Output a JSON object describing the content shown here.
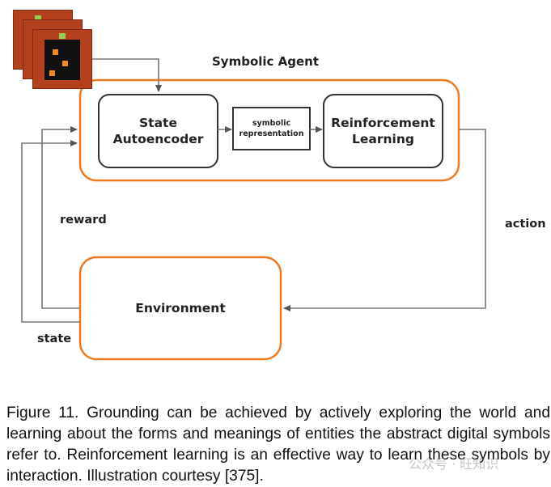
{
  "diagram": {
    "title": "Symbolic Agent",
    "nodes": {
      "state_autoencoder": {
        "line1": "State",
        "line2": "Autoencoder"
      },
      "symbolic_representation": {
        "line1": "symbolic",
        "line2": "representation"
      },
      "reinforcement_learning": {
        "line1": "Reinforcement",
        "line2": "Learning"
      },
      "environment": {
        "label": "Environment"
      }
    },
    "edges": {
      "reward": "reward",
      "action": "action",
      "state": "state"
    },
    "colors": {
      "agent_border": "#f07a20",
      "inner_border": "#333333",
      "arrow": "#777777",
      "tile_bg": "#b5401e"
    }
  },
  "caption": {
    "text": "Figure 11. Grounding can be achieved by actively exploring the world and learning about the forms and meanings of entities the abstract digital symbols refer to. Reinforcement learning is an effective way to learn these symbols by interaction. Illustration courtesy [375]."
  },
  "watermark": {
    "text": "公众号 · 旺知识"
  }
}
